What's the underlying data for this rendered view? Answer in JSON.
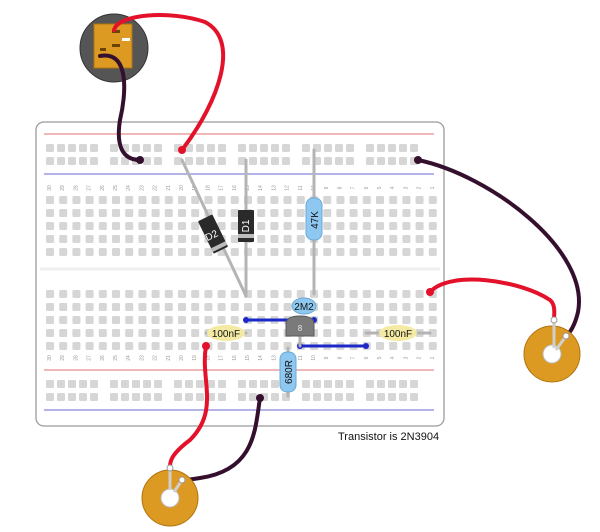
{
  "breadboard": {
    "row_count": 30,
    "row_numbers_top": [
      "30",
      "29",
      "28",
      "27",
      "26",
      "25",
      "24",
      "23",
      "22",
      "21",
      "20",
      "19",
      "18",
      "17",
      "16",
      "15",
      "14",
      "13",
      "12",
      "11",
      "10",
      "9",
      "8",
      "7",
      "6",
      "5",
      "4",
      "3",
      "2",
      "1"
    ],
    "row_numbers_bottom": [
      "30",
      "29",
      "28",
      "27",
      "26",
      "25",
      "24",
      "23",
      "22",
      "21",
      "20",
      "19",
      "18",
      "17",
      "16",
      "15",
      "14",
      "13",
      "12",
      "11",
      "10",
      "9",
      "8",
      "7",
      "6",
      "5",
      "4",
      "3",
      "2",
      "1"
    ]
  },
  "components": {
    "d2": {
      "label": "D2"
    },
    "d1": {
      "label": "D1"
    },
    "r47k": {
      "label": "47K"
    },
    "r2m2": {
      "label": "2M2"
    },
    "transistor": {
      "label": "8"
    },
    "c1": {
      "label": "100nF"
    },
    "c2": {
      "label": "100nF"
    },
    "r680": {
      "label": "680R"
    }
  },
  "caption": "Transistor is 2N3904",
  "colors": {
    "board": "#ffffff",
    "board_border": "#999999",
    "hole": "#d6d6d6",
    "rail_red": "#e07070",
    "rail_blue": "#6a6ad0",
    "wire_red": "#e3122a",
    "wire_dark": "#35102e",
    "resistor": "#8ec7ef",
    "capacitor": "#f4eaa3",
    "diode": "#2a2a2a",
    "transistor": "#7a7a7a",
    "piezo": "#dc9a22",
    "jumper_blue": "#1c28c8"
  }
}
